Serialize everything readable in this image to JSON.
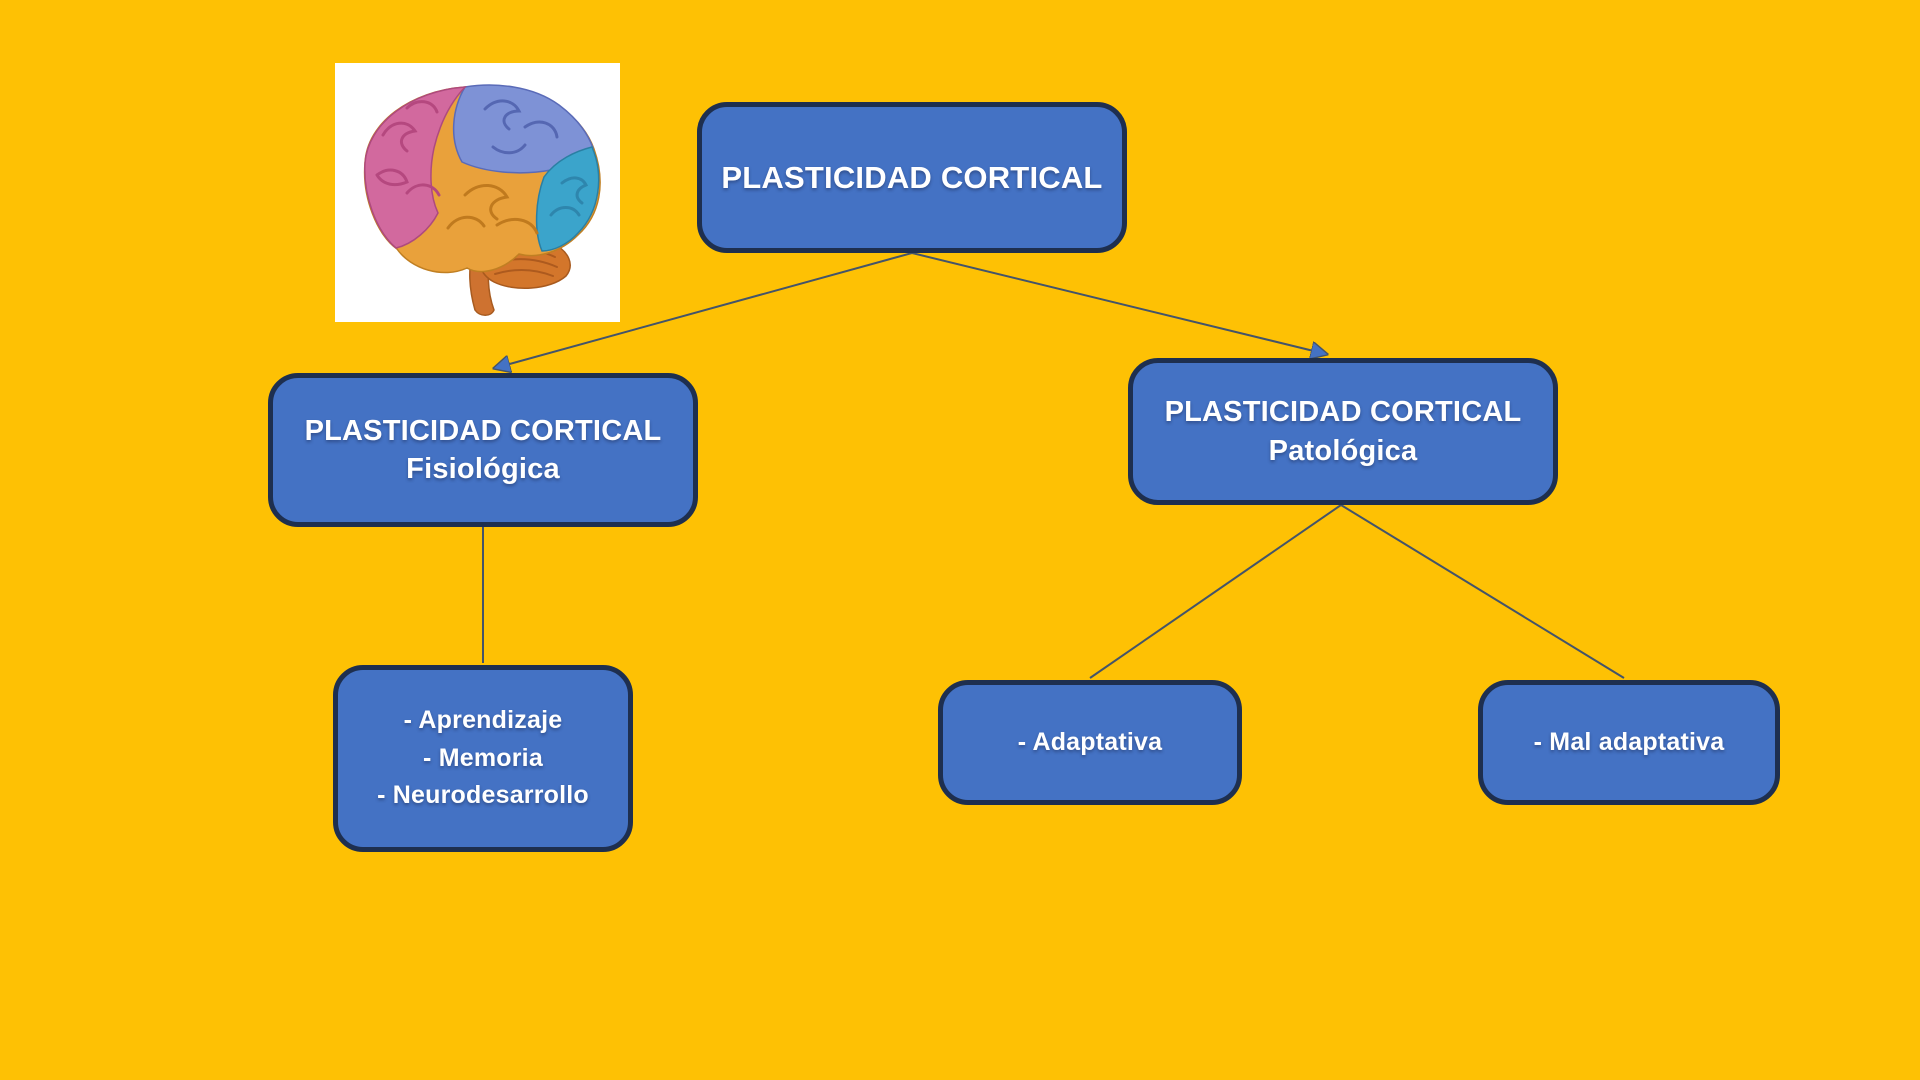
{
  "colors": {
    "background": "#FEC104",
    "node_fill": "#4472C4",
    "node_border": "#1E2F4F",
    "node_text": "#FFFFFF",
    "connector": "#44546A",
    "arrowhead": "#4472C4",
    "image_background": "#FFFFFF"
  },
  "icons": {
    "brain": "colorful-brain-side-view-illustration"
  },
  "nodes": {
    "root": {
      "label": "PLASTICIDAD CORTICAL"
    },
    "fisiologica": {
      "line1": "PLASTICIDAD CORTICAL",
      "line2": "Fisiológica"
    },
    "patologica": {
      "line1": "PLASTICIDAD CORTICAL",
      "line2": "Patológica"
    },
    "fisiologica_detail": {
      "items": [
        "- Aprendizaje",
        "- Memoria",
        "- Neurodesarrollo"
      ]
    },
    "adaptativa": {
      "label": "- Adaptativa"
    },
    "mal_adaptativa": {
      "label": "- Mal adaptativa"
    }
  }
}
